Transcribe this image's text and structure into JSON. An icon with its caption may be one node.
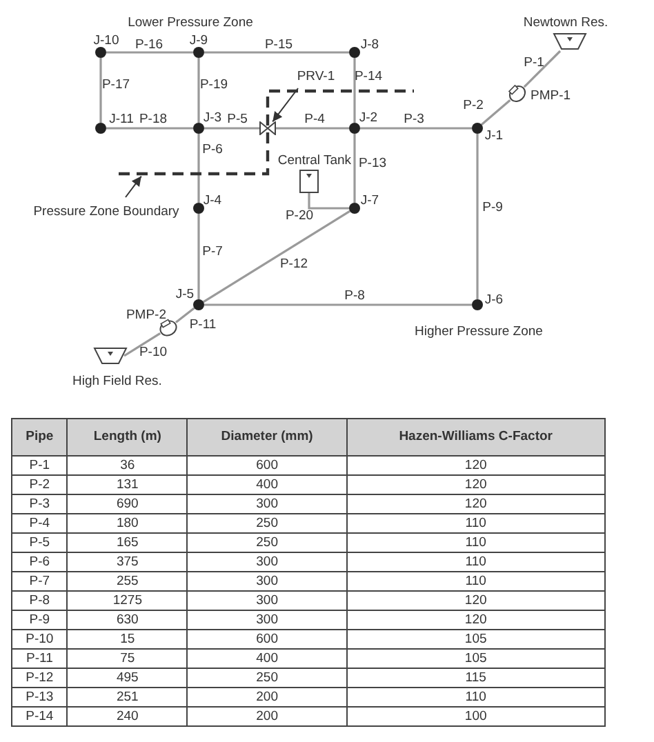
{
  "diagram": {
    "nodes": [
      {
        "text": [
          "Newtown Res."
        ]
      },
      {
        "text": [
          "PMP-1"
        ]
      },
      {
        "text": [
          "J-1"
        ]
      },
      {
        "text": [
          "J-2"
        ]
      },
      {
        "text": [
          "J-3"
        ]
      },
      {
        "text": [
          "J-4"
        ]
      },
      {
        "text": [
          "J-5"
        ]
      },
      {
        "text": [
          "J-6"
        ]
      },
      {
        "text": [
          "J-7"
        ]
      },
      {
        "text": [
          "J-8"
        ]
      },
      {
        "text": [
          "J-9"
        ]
      },
      {
        "text": [
          "J-10"
        ]
      },
      {
        "text": [
          "J-11"
        ]
      },
      {
        "text": [
          "PRV-1"
        ]
      },
      {
        "text": [],
        "shape": "valve"
      },
      {
        "text": [
          "Central Tank"
        ]
      },
      {
        "text": [
          "PMP-2"
        ]
      },
      {
        "text": [
          "High Field Res."
        ]
      },
      {
        "text": [
          "Pressure Zone Boundary"
        ]
      },
      {
        "text": [],
        "shape": "line"
      }
    ],
    "edges": [
      {
        "from": 0,
        "to": 1,
        "arrow": "none",
        "label": "P-1"
      },
      {
        "from": 1,
        "to": 2,
        "arrow": "none",
        "label": "P-2"
      },
      {
        "from": 3,
        "to": 2,
        "arrow": "none",
        "label": "P-3"
      },
      {
        "from": 14,
        "to": 3,
        "arrow": "none",
        "label": "P-4"
      },
      {
        "from": 4,
        "to": 14,
        "arrow": "none",
        "label": "P-5"
      },
      {
        "from": 4,
        "to": 5,
        "arrow": "none",
        "label": "P-6"
      },
      {
        "from": 5,
        "to": 6,
        "arrow": "none",
        "label": "P-7"
      },
      {
        "from": 6,
        "to": 7,
        "arrow": "none",
        "label": "P-8"
      },
      {
        "from": 2,
        "to": 7,
        "arrow": "none",
        "label": "P-9"
      },
      {
        "from": 17,
        "to": 16,
        "arrow": "none",
        "label": "P-10"
      },
      {
        "from": 16,
        "to": 6,
        "arrow": "none",
        "label": "P-11"
      },
      {
        "from": 6,
        "to": 8,
        "arrow": "none",
        "label": "P-12"
      },
      {
        "from": 3,
        "to": 8,
        "arrow": "none",
        "label": "P-13"
      },
      {
        "from": 9,
        "to": 3,
        "arrow": "none",
        "label": "P-14"
      },
      {
        "from": 10,
        "to": 9,
        "arrow": "none",
        "label": "P-15"
      },
      {
        "from": 11,
        "to": 10,
        "arrow": "none",
        "label": "P-16"
      },
      {
        "from": 11,
        "to": 12,
        "arrow": "none",
        "label": "P-17"
      },
      {
        "from": 12,
        "to": 4,
        "arrow": "none",
        "label": "P-18"
      },
      {
        "from": 10,
        "to": 4,
        "arrow": "none",
        "label": "P-19"
      },
      {
        "from": 15,
        "to": 8,
        "arrow": "none",
        "label": "P-20"
      },
      {
        "from": 13,
        "to": 14,
        "arrow": "to",
        "color": "#333333"
      },
      {
        "from": 18,
        "to": 19,
        "arrow": "to",
        "color": "#333333"
      }
    ],
    "labels": [
      "Lower Pressure Zone",
      "Higher Pressure Zone",
      "Pipe",
      "Length (m)",
      "Diameter (mm)",
      "Hazen-Williams C-Factor",
      "P-1",
      "36",
      "600",
      "120",
      "P-2",
      "131",
      "400",
      "120",
      "P-3",
      "690",
      "300",
      "120",
      "P-4",
      "180",
      "250",
      "110",
      "P-5",
      "165",
      "250",
      "110",
      "P-6",
      "375",
      "300",
      "110",
      "P-7",
      "255",
      "300",
      "110",
      "P-8",
      "1275",
      "300",
      "120",
      "P-9",
      "630",
      "300",
      "120",
      "P-10",
      "15",
      "600",
      "105",
      "P-11",
      "75",
      "400",
      "105",
      "P-12",
      "495",
      "250",
      "115",
      "P-13",
      "251",
      "200",
      "110",
      "P-14",
      "240",
      "200",
      "100"
    ]
  }
}
